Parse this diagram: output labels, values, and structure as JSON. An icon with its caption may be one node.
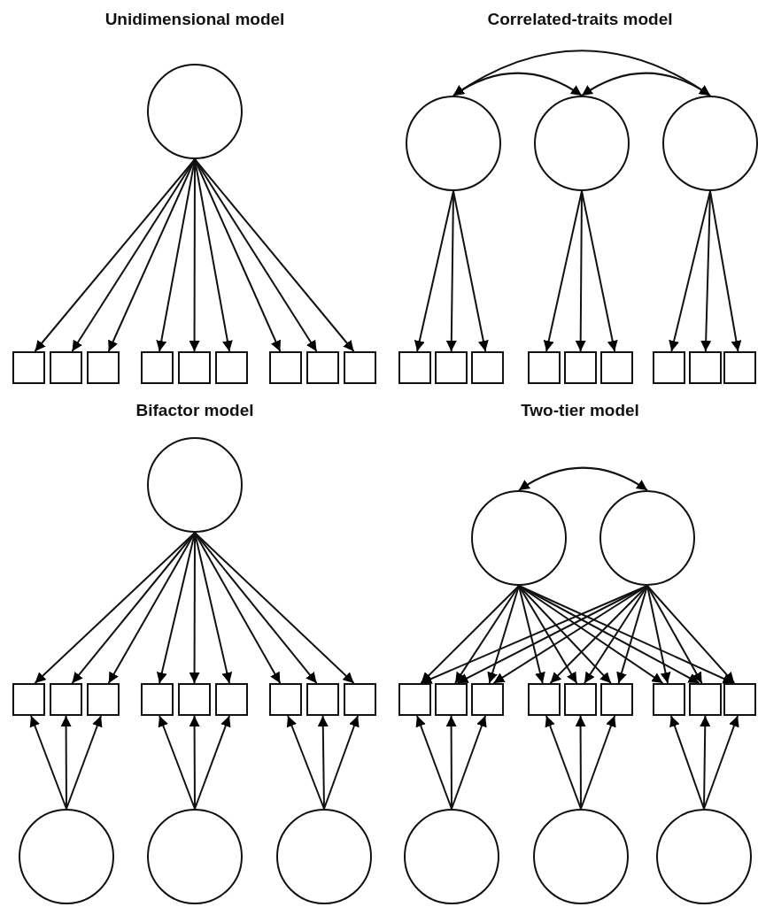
{
  "diagram": {
    "nodes": [
      {
        "text": [],
        "shape": "circle"
      },
      {
        "text": [],
        "shape": "box"
      },
      {
        "text": [],
        "shape": "box"
      },
      {
        "text": [],
        "shape": "box"
      },
      {
        "text": [],
        "shape": "box"
      },
      {
        "text": [],
        "shape": "box"
      },
      {
        "text": [],
        "shape": "box"
      },
      {
        "text": [],
        "shape": "box"
      },
      {
        "text": [],
        "shape": "box"
      },
      {
        "text": [],
        "shape": "box"
      },
      {
        "text": [],
        "shape": "circle"
      },
      {
        "text": [],
        "shape": "circle"
      },
      {
        "text": [],
        "shape": "circle"
      },
      {
        "text": [],
        "shape": "box"
      },
      {
        "text": [],
        "shape": "box"
      },
      {
        "text": [],
        "shape": "box"
      },
      {
        "text": [],
        "shape": "box"
      },
      {
        "text": [],
        "shape": "box"
      },
      {
        "text": [],
        "shape": "box"
      },
      {
        "text": [],
        "shape": "box"
      },
      {
        "text": [],
        "shape": "box"
      },
      {
        "text": [],
        "shape": "box"
      },
      {
        "text": [],
        "shape": "circle"
      },
      {
        "text": [],
        "shape": "box"
      },
      {
        "text": [],
        "shape": "box"
      },
      {
        "text": [],
        "shape": "box"
      },
      {
        "text": [],
        "shape": "box"
      },
      {
        "text": [],
        "shape": "box"
      },
      {
        "text": [],
        "shape": "box"
      },
      {
        "text": [],
        "shape": "box"
      },
      {
        "text": [],
        "shape": "box"
      },
      {
        "text": [],
        "shape": "box"
      },
      {
        "text": [],
        "shape": "circle"
      },
      {
        "text": [],
        "shape": "circle"
      },
      {
        "text": [],
        "shape": "circle"
      },
      {
        "text": [],
        "shape": "circle"
      },
      {
        "text": [],
        "shape": "circle"
      },
      {
        "text": [],
        "shape": "box"
      },
      {
        "text": [],
        "shape": "box"
      },
      {
        "text": [],
        "shape": "box"
      },
      {
        "text": [],
        "shape": "box"
      },
      {
        "text": [],
        "shape": "box"
      },
      {
        "text": [],
        "shape": "box"
      },
      {
        "text": [],
        "shape": "box"
      },
      {
        "text": [],
        "shape": "box"
      },
      {
        "text": [],
        "shape": "box"
      },
      {
        "text": [],
        "shape": "circle"
      },
      {
        "text": [],
        "shape": "circle"
      },
      {
        "text": [],
        "shape": "circle"
      }
    ],
    "edges": [
      {
        "from": 0,
        "to": 1,
        "arrow": "to"
      },
      {
        "from": 0,
        "to": 2,
        "arrow": "to"
      },
      {
        "from": 0,
        "to": 3,
        "arrow": "to"
      },
      {
        "from": 0,
        "to": 4,
        "arrow": "to"
      },
      {
        "from": 0,
        "to": 5,
        "arrow": "to"
      },
      {
        "from": 0,
        "to": 6,
        "arrow": "to"
      },
      {
        "from": 0,
        "to": 7,
        "arrow": "to"
      },
      {
        "from": 0,
        "to": 8,
        "arrow": "to"
      },
      {
        "from": 0,
        "to": 9,
        "arrow": "to"
      },
      {
        "from": 10,
        "to": 11,
        "arrow": "both"
      },
      {
        "from": 11,
        "to": 12,
        "arrow": "both"
      },
      {
        "from": 10,
        "to": 12,
        "arrow": "both"
      },
      {
        "from": 10,
        "to": 13,
        "arrow": "to"
      },
      {
        "from": 10,
        "to": 14,
        "arrow": "to"
      },
      {
        "from": 10,
        "to": 15,
        "arrow": "to"
      },
      {
        "from": 11,
        "to": 16,
        "arrow": "to"
      },
      {
        "from": 11,
        "to": 17,
        "arrow": "to"
      },
      {
        "from": 11,
        "to": 18,
        "arrow": "to"
      },
      {
        "from": 12,
        "to": 19,
        "arrow": "to"
      },
      {
        "from": 12,
        "to": 20,
        "arrow": "to"
      },
      {
        "from": 12,
        "to": 21,
        "arrow": "to"
      },
      {
        "from": 22,
        "to": 23,
        "arrow": "to"
      },
      {
        "from": 22,
        "to": 24,
        "arrow": "to"
      },
      {
        "from": 22,
        "to": 25,
        "arrow": "to"
      },
      {
        "from": 22,
        "to": 26,
        "arrow": "to"
      },
      {
        "from": 22,
        "to": 27,
        "arrow": "to"
      },
      {
        "from": 22,
        "to": 28,
        "arrow": "to"
      },
      {
        "from": 22,
        "to": 29,
        "arrow": "to"
      },
      {
        "from": 22,
        "to": 30,
        "arrow": "to"
      },
      {
        "from": 22,
        "to": 31,
        "arrow": "to"
      },
      {
        "from": 32,
        "to": 23,
        "arrow": "to"
      },
      {
        "from": 32,
        "to": 24,
        "arrow": "to"
      },
      {
        "from": 32,
        "to": 25,
        "arrow": "to"
      },
      {
        "from": 33,
        "to": 26,
        "arrow": "to"
      },
      {
        "from": 33,
        "to": 27,
        "arrow": "to"
      },
      {
        "from": 33,
        "to": 28,
        "arrow": "to"
      },
      {
        "from": 34,
        "to": 29,
        "arrow": "to"
      },
      {
        "from": 34,
        "to": 30,
        "arrow": "to"
      },
      {
        "from": 34,
        "to": 31,
        "arrow": "to"
      },
      {
        "from": 35,
        "to": 36,
        "arrow": "both"
      },
      {
        "from": 35,
        "to": 37,
        "arrow": "to"
      },
      {
        "from": 35,
        "to": 38,
        "arrow": "to"
      },
      {
        "from": 35,
        "to": 39,
        "arrow": "to"
      },
      {
        "from": 35,
        "to": 40,
        "arrow": "to"
      },
      {
        "from": 35,
        "to": 41,
        "arrow": "to"
      },
      {
        "from": 35,
        "to": 42,
        "arrow": "to"
      },
      {
        "from": 35,
        "to": 43,
        "arrow": "to"
      },
      {
        "from": 35,
        "to": 44,
        "arrow": "to"
      },
      {
        "from": 35,
        "to": 45,
        "arrow": "to"
      },
      {
        "from": 36,
        "to": 37,
        "arrow": "to"
      },
      {
        "from": 36,
        "to": 38,
        "arrow": "to"
      },
      {
        "from": 36,
        "to": 39,
        "arrow": "to"
      },
      {
        "from": 36,
        "to": 40,
        "arrow": "to"
      },
      {
        "from": 36,
        "to": 41,
        "arrow": "to"
      },
      {
        "from": 36,
        "to": 42,
        "arrow": "to"
      },
      {
        "from": 36,
        "to": 43,
        "arrow": "to"
      },
      {
        "from": 36,
        "to": 44,
        "arrow": "to"
      },
      {
        "from": 36,
        "to": 45,
        "arrow": "to"
      },
      {
        "from": 46,
        "to": 37,
        "arrow": "to"
      },
      {
        "from": 46,
        "to": 38,
        "arrow": "to"
      },
      {
        "from": 46,
        "to": 39,
        "arrow": "to"
      },
      {
        "from": 47,
        "to": 40,
        "arrow": "to"
      },
      {
        "from": 47,
        "to": 41,
        "arrow": "to"
      },
      {
        "from": 47,
        "to": 42,
        "arrow": "to"
      },
      {
        "from": 48,
        "to": 43,
        "arrow": "to"
      },
      {
        "from": 48,
        "to": 44,
        "arrow": "to"
      },
      {
        "from": 48,
        "to": 45,
        "arrow": "to"
      }
    ],
    "labels": [
      "Unidimensional model",
      "Correlated-traits model",
      "Bifactor model",
      "Two-tier model"
    ]
  }
}
